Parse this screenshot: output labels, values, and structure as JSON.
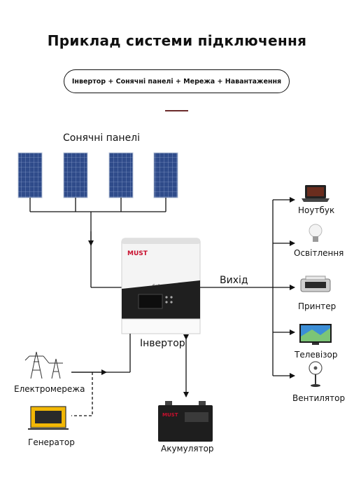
{
  "title": "Приклад системи підключення",
  "subtitle": "Інвертор + Сонячні панелі + Мережа + Навантаження",
  "labels": {
    "solar_panels": "Сонячні панелі",
    "output": "Вихід",
    "inverter": "Інвертор",
    "grid": "Електромережа",
    "generator": "Генератор",
    "battery": "Акумулятор"
  },
  "inverter_device": {
    "brand": "MUST",
    "model_text": "Solar Inverter"
  },
  "battery_device": {
    "brand": "MUST"
  },
  "loads": [
    {
      "label": "Ноутбук",
      "icon": "laptop-icon"
    },
    {
      "label": "Освітлення",
      "icon": "light-bulb-icon"
    },
    {
      "label": "Принтер",
      "icon": "printer-icon"
    },
    {
      "label": "Телевізор",
      "icon": "tv-icon"
    },
    {
      "label": "Вентилятор",
      "icon": "fan-icon"
    }
  ],
  "colors": {
    "line": "#111111",
    "panel": "#2f4b8a",
    "inverter_accent": "#c8102e",
    "divider": "#6b2a2a",
    "generator": "#f2b705"
  }
}
